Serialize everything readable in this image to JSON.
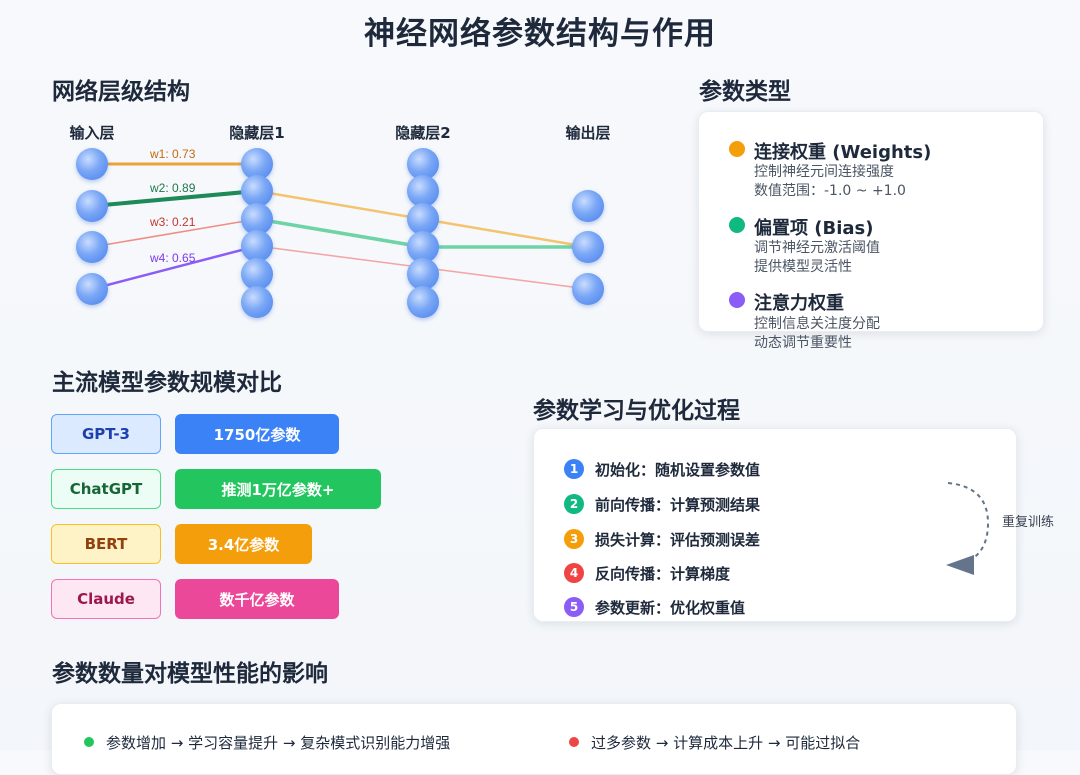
{
  "title": "神经网络参数结构与作用",
  "network": {
    "section_title": "网络层级结构",
    "layers": [
      "输入层",
      "隐藏层1",
      "隐藏层2",
      "输出层"
    ],
    "weights": [
      {
        "label": "w1: 0.73",
        "color": "#e8a33d"
      },
      {
        "label": "w2: 0.89",
        "color": "#1e8a57"
      },
      {
        "label": "w3: 0.21",
        "color": "#d9534f"
      },
      {
        "label": "w4: 0.65",
        "color": "#8b5cf6"
      }
    ]
  },
  "param_types": {
    "section_title": "参数类型",
    "items": [
      {
        "title": "连接权重 (Weights)",
        "color": "#f59e0b",
        "desc": [
          "控制神经元间连接强度",
          "数值范围：-1.0 ~ +1.0"
        ]
      },
      {
        "title": "偏置项 (Bias)",
        "color": "#10b981",
        "desc": [
          "调节神经元激活阈值",
          "提供模型灵活性"
        ]
      },
      {
        "title": "注意力权重",
        "color": "#8b5cf6",
        "desc": [
          "控制信息关注度分配",
          "动态调节重要性"
        ]
      }
    ]
  },
  "models": {
    "section_title": "主流模型参数规模对比",
    "items": [
      {
        "name": "GPT-3",
        "value": "1750亿参数",
        "name_bg": "#dbeafe",
        "name_border": "#60a5fa",
        "name_color": "#1e40af",
        "bar_color": "#3b82f6"
      },
      {
        "name": "ChatGPT",
        "value": "推测1万亿参数+",
        "name_bg": "#ecfdf5",
        "name_border": "#4ade80",
        "name_color": "#166534",
        "bar_color": "#22c55e"
      },
      {
        "name": "BERT",
        "value": "3.4亿参数",
        "name_bg": "#fef3c7",
        "name_border": "#fbbf24",
        "name_color": "#92400e",
        "bar_color": "#f59e0b"
      },
      {
        "name": "Claude",
        "value": "数千亿参数",
        "name_bg": "#fce7f3",
        "name_border": "#f472b6",
        "name_color": "#9d174d",
        "bar_color": "#ec4899"
      }
    ]
  },
  "learning": {
    "section_title": "参数学习与优化过程",
    "steps": [
      {
        "num": "1",
        "text": "初始化：随机设置参数值",
        "color": "#3b82f6"
      },
      {
        "num": "2",
        "text": "前向传播：计算预测结果",
        "color": "#10b981"
      },
      {
        "num": "3",
        "text": "损失计算：评估预测误差",
        "color": "#f59e0b"
      },
      {
        "num": "4",
        "text": "反向传播：计算梯度",
        "color": "#ef4444"
      },
      {
        "num": "5",
        "text": "参数更新：优化权重值",
        "color": "#8b5cf6"
      }
    ],
    "loop_label": "重复训练"
  },
  "impact": {
    "section_title": "参数数量对模型性能的影响",
    "items": [
      {
        "text": "参数增加 → 学习容量提升 → 复杂模式识别能力增强",
        "color": "#22c55e"
      },
      {
        "text": "过多参数 → 计算成本上升 → 可能过拟合",
        "color": "#ef4444"
      }
    ]
  }
}
